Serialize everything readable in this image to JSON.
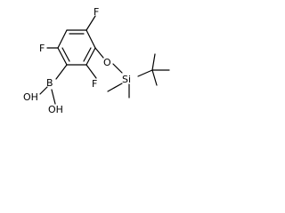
{
  "structure": {
    "atoms": {
      "f_top": "F",
      "f_left": "F",
      "f_mid": "F",
      "o": "O",
      "si": "Si",
      "b": "B",
      "oh_upper": "OH",
      "oh_lower": "OH"
    }
  }
}
